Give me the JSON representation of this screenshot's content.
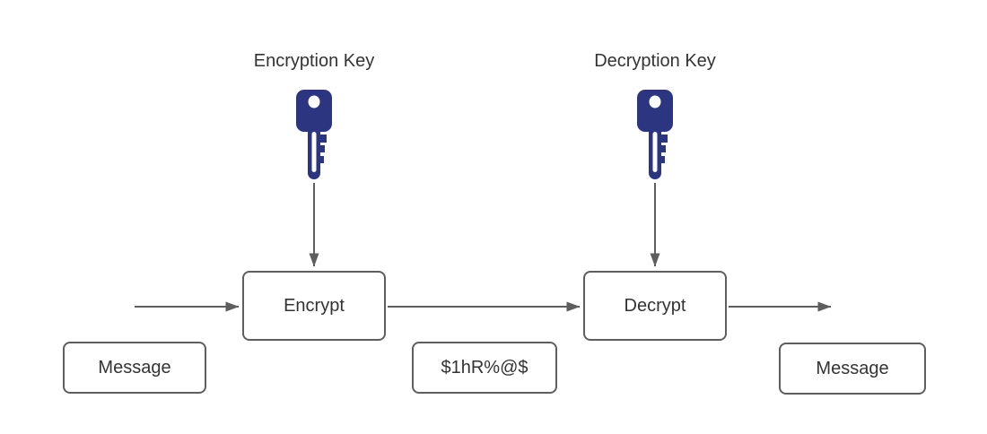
{
  "diagram": {
    "encryption_key_label": "Encryption Key",
    "decryption_key_label": "Decryption Key",
    "encrypt_box_label": "Encrypt",
    "decrypt_box_label": "Decrypt",
    "message_input_label": "Message",
    "ciphertext_label": "$1hR%@$",
    "message_output_label": "Message",
    "icons": {
      "encryption_key_icon": "key-icon",
      "decryption_key_icon": "key-icon"
    },
    "colors": {
      "key_fill": "#2b3580",
      "connector_stroke": "#5e5e5e",
      "box_border": "#5e5e5e",
      "text": "#333333",
      "background": "#ffffff"
    }
  }
}
